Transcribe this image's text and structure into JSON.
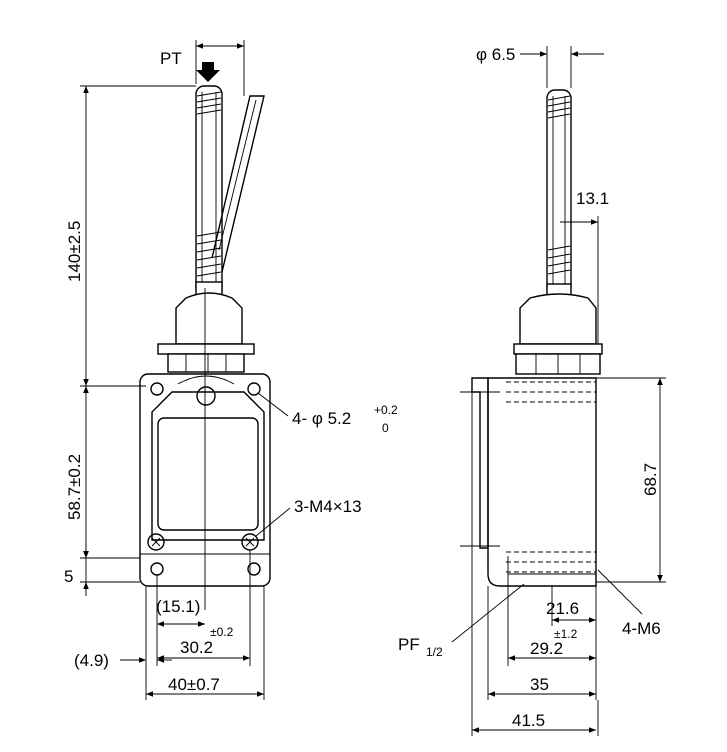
{
  "labels": {
    "pt": "PT",
    "len_140": "140±2.5",
    "h_58": "58.7±0.2",
    "h_5": "5",
    "hole": "4- φ 5.2",
    "hole_tol_upper": "+0.2",
    "hole_tol_lower": "0",
    "screw": "3-M4×13",
    "d_15": "(15.1)",
    "d_30": "30.2",
    "d_30_tol": "±0.2",
    "d_4_9": "(4.9)",
    "d_40": "40±0.7",
    "phi_6_5": "φ 6.5",
    "d_13_1": "13.1",
    "h_68_7": "68.7",
    "d_21_6": "21.6",
    "d_29_2": "29.2",
    "d_29_tol": "±1.2",
    "m6": "4-M6",
    "pf": "PF",
    "pf_frac": "1/2",
    "d_35": "35",
    "d_41_5": "41.5"
  }
}
